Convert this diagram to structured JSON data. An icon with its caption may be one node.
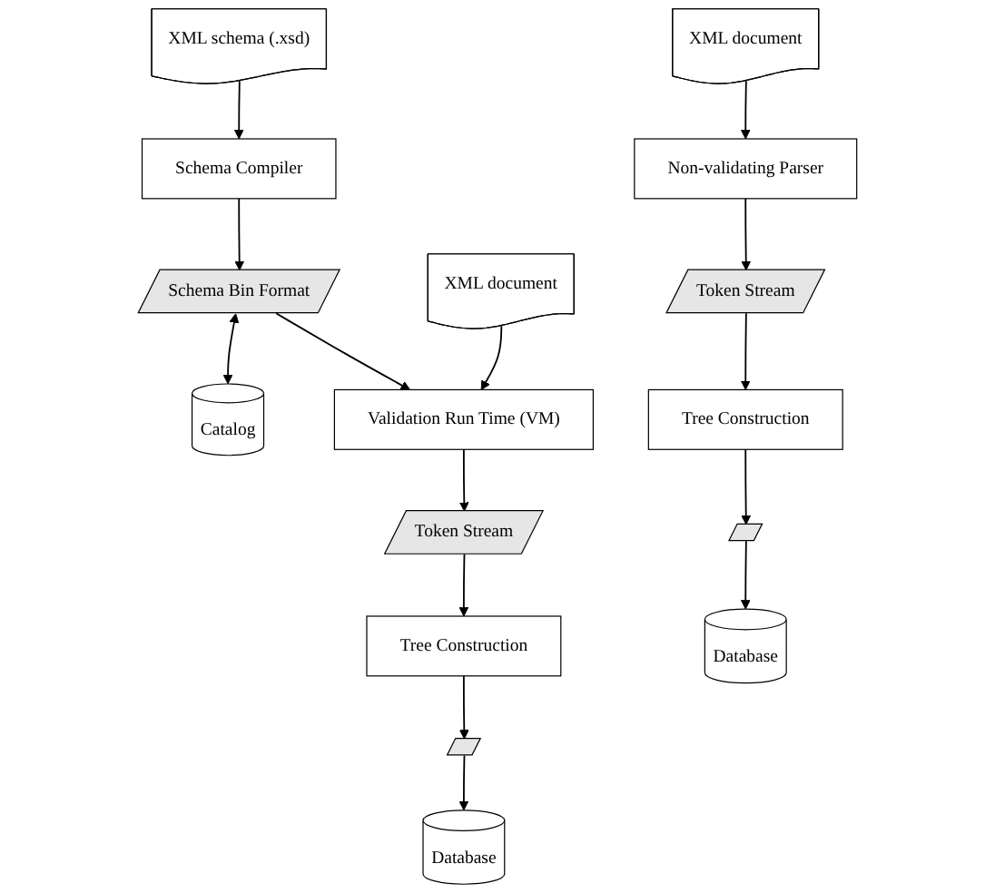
{
  "diagram": {
    "nodes": [
      {
        "text": [
          "XML schema (.xsd)"
        ]
      },
      {
        "text": [
          "Schema Compiler"
        ]
      },
      {
        "text": [
          "Schema Bin Format"
        ]
      },
      {
        "text": [
          "Catalog"
        ]
      },
      {
        "text": [
          "XML document"
        ]
      },
      {
        "text": [
          "Validation Run Time (VM)"
        ]
      },
      {
        "text": [
          "Token Stream"
        ]
      },
      {
        "text": [
          "Tree Construction"
        ]
      },
      {
        "text": [],
        "shape": "picture"
      },
      {
        "text": [
          "Database"
        ]
      },
      {
        "text": [
          "XML document"
        ]
      },
      {
        "text": [
          "Non-validating Parser"
        ]
      },
      {
        "text": [
          "Token Stream"
        ]
      },
      {
        "text": [
          "Tree Construction"
        ]
      },
      {
        "text": [],
        "shape": "picture"
      },
      {
        "text": [
          "Database"
        ]
      }
    ],
    "edges": [
      {
        "from": 0,
        "to": 1,
        "arrow": "to"
      },
      {
        "from": 1,
        "to": 2,
        "arrow": "to"
      },
      {
        "from": 2,
        "to": 3,
        "arrow": "both"
      },
      {
        "from": 2,
        "to": 5,
        "arrow": "to"
      },
      {
        "from": 4,
        "to": 5,
        "arrow": "to"
      },
      {
        "from": 5,
        "to": 6,
        "arrow": "to"
      },
      {
        "from": 6,
        "to": 7,
        "arrow": "to"
      },
      {
        "from": 7,
        "to": 8,
        "arrow": "to"
      },
      {
        "from": 8,
        "to": 9,
        "arrow": "to"
      },
      {
        "from": 10,
        "to": 11,
        "arrow": "to"
      },
      {
        "from": 11,
        "to": 12,
        "arrow": "to"
      },
      {
        "from": 12,
        "to": 13,
        "arrow": "to"
      },
      {
        "from": 13,
        "to": 14,
        "arrow": "to"
      },
      {
        "from": 14,
        "to": 15,
        "arrow": "to"
      }
    ]
  }
}
